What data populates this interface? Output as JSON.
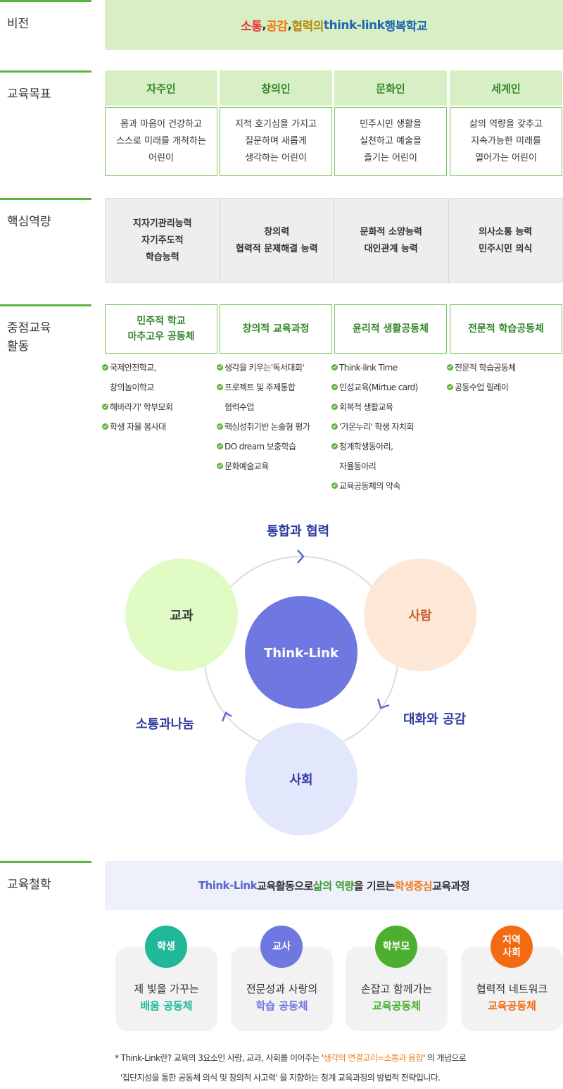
{
  "sections": {
    "vision": "비전",
    "goals": "교육목표",
    "competence": "핵심역량",
    "activities_1": "중점교육",
    "activities_2": "활동",
    "philosophy": "교육철학"
  },
  "vision": {
    "w1": "소통",
    "sep1": ", ",
    "w2": "공감",
    "sep2": ", ",
    "w3": "협력",
    "w4": "의 ",
    "w5": "think-link",
    "w6": " 행복학교"
  },
  "goals": [
    {
      "title": "자주인",
      "lines": [
        "몸과 마음이 건강하고",
        "스스로 미래를 개척하는",
        "어린이"
      ]
    },
    {
      "title": "창의인",
      "lines": [
        "지적 호기심을 가지고",
        "질문하며 새롭게",
        "생각하는 어린이"
      ]
    },
    {
      "title": "문화인",
      "lines": [
        "민주시민 생활을",
        "실천하고 예술을",
        "즐기는 어린이"
      ]
    },
    {
      "title": "세계인",
      "lines": [
        "삶의 역량을 갖추고",
        "지속가능한 미래를",
        "열어가는 어린이"
      ]
    }
  ],
  "competence": [
    [
      "지자기관리능력",
      "자기주도적",
      "학습능력"
    ],
    [
      "창의력",
      "협력적 문제해결 능력"
    ],
    [
      "문화적 소양능력",
      "대인관계 능력"
    ],
    [
      "의사소통 능력",
      "민주시민 의식"
    ]
  ],
  "activities": [
    {
      "title": [
        "민주적 학교",
        "마추고우 공동체"
      ],
      "items": [
        [
          "국제안전학교,",
          "창의놀이학교"
        ],
        [
          "해바라기' 학부모회"
        ],
        [
          "학생 자율 봉사대"
        ]
      ]
    },
    {
      "title": [
        "창의적 교육과정"
      ],
      "items": [
        [
          "생각을 키우는'독서대회'"
        ],
        [
          "프로젝트 및 주제통합",
          "협력수업"
        ],
        [
          "핵심성취기반 논술형 평가"
        ],
        [
          "DO dream 보충학습"
        ],
        [
          "문화예술교육"
        ]
      ]
    },
    {
      "title": [
        "윤리적 생활공동체"
      ],
      "items": [
        [
          "Think-link Time"
        ],
        [
          "인성교육(Mirtue card)"
        ],
        [
          "회복적 생활교육"
        ],
        [
          "'가온누리' 학생 자치회"
        ],
        [
          "청계학생동아리,",
          "자율동아리"
        ],
        [
          "교육공동체의 약속"
        ]
      ]
    },
    {
      "title": [
        "전문적 학습공동체"
      ],
      "items": [
        [
          "전문적 학습공동체"
        ],
        [
          "공동수업 릴레이"
        ]
      ]
    }
  ],
  "diagram": {
    "center": "Think-Link",
    "top_left": "교과",
    "top_right": "사람",
    "bottom": "사회",
    "label_top": "통합과 협력",
    "label_right": "대화와 공감",
    "label_left": "소통과나눔",
    "colors": {
      "center": "#6f78e0",
      "left": "#e0fcc4",
      "right": "#fde8d8",
      "bottom": "#e3e7fb"
    }
  },
  "philosophy": {
    "p1": "Think-Link",
    "p2": " 교육활동으로 ",
    "p3": "삶의 역량",
    "p4": "을 기르는 ",
    "p5": "학생중심",
    "p6": " 교육과정"
  },
  "cards": [
    {
      "badge": [
        "학생"
      ],
      "line1": "제 빛을 가꾸는",
      "line2": "배움 공동체",
      "color": "#1fb99a"
    },
    {
      "badge": [
        "교사"
      ],
      "line1": "전문성과 사랑의",
      "line2": "학습 공동체",
      "color": "#6f78e0"
    },
    {
      "badge": [
        "학부모"
      ],
      "line1": "손잡고 함께가는",
      "line2": "교육공동체",
      "color": "#4caf30"
    },
    {
      "badge": [
        "지역",
        "사회"
      ],
      "line1": "협력적 네트워크",
      "line2": "교육공동체",
      "color": "#f46a12"
    }
  ],
  "note": {
    "n1": "* Think-Link란? 교육의 3요소인 사람, 교과, 사회를 이어주는 '",
    "n2": "생각의 연결고리=소통과 융합",
    "n3": "' 의 개념으로",
    "n4": "'집단지성을 통한 공동체 의식 및 창의적 사고력' 을 지향하는 청계 교육과정의 방법적 전략입니다."
  }
}
